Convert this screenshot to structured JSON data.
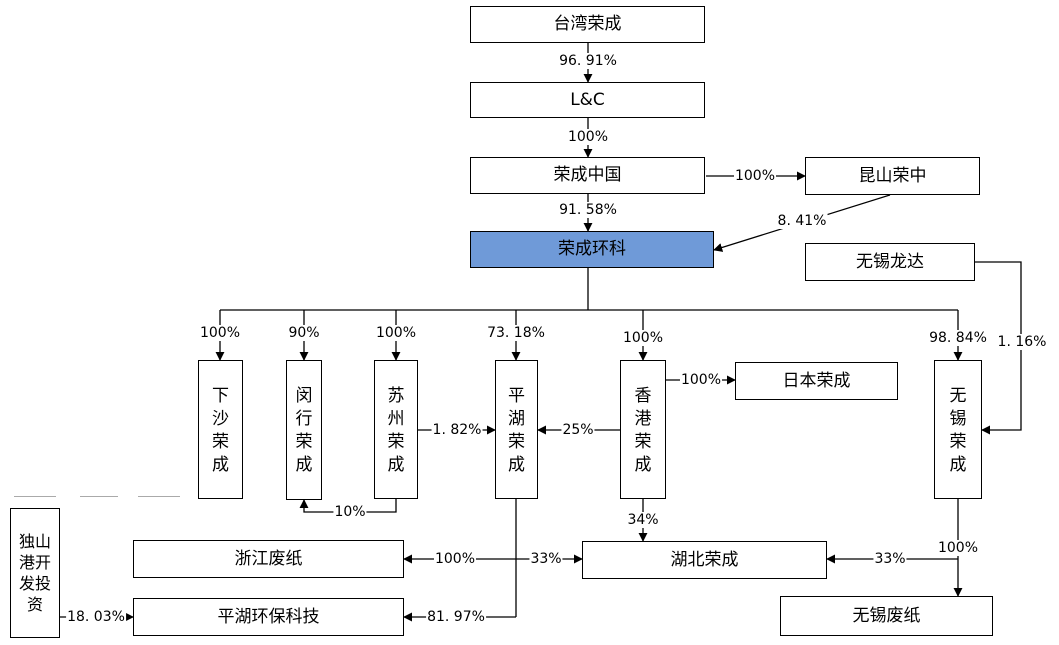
{
  "entities": {
    "taiwan": "台湾荣成",
    "lc": "L&C",
    "china": "荣成中国",
    "kunshan": "昆山荣中",
    "huanke": "荣成环科",
    "wuxi_longda": "无锡龙达",
    "xiasha": "下\n沙\n荣\n成",
    "minxing": "闵\n行\n荣\n成",
    "suzhou": "苏\n州\n荣\n成",
    "pinghu": "平\n湖\n荣\n成",
    "hongkong": "香\n港\n荣\n成",
    "japan": "日本荣成",
    "wuxi": "无\n锡\n荣\n成",
    "dushan": "独山\n港开\n发投\n资",
    "zhejiang": "浙江废纸",
    "pinghu_env": "平湖环保科技",
    "hubei": "湖北荣成",
    "wuxi_paper": "无锡废纸"
  },
  "edges": {
    "taiwan_lc": "96. 91%",
    "lc_china": "100%",
    "china_kunshan": "100%",
    "china_huanke": "91. 58%",
    "kunshan_huanke": "8. 41%",
    "longda_wuxi": "1. 16%",
    "huanke_xiasha": "100%",
    "huanke_minxing": "90%",
    "huanke_suzhou": "100%",
    "huanke_pinghu": "73. 18%",
    "huanke_hongkong": "100%",
    "huanke_wuxi": "98. 84%",
    "hongkong_japan": "100%",
    "suzhou_pinghu": "1. 82%",
    "hongkong_pinghu": "25%",
    "suzhou_minxing": "10%",
    "hongkong_hubei": "34%",
    "pinghu_zhejiang": "100%",
    "pinghu_hubei": "33%",
    "wuxi_hubei": "33%",
    "wuxi_wuxipaper": "100%",
    "dushan_pinghuenv": "18. 03%",
    "pinghu_pinghuenv": "81. 97%"
  },
  "colors": {
    "highlight": "#6f9ad8",
    "line": "#000000"
  }
}
